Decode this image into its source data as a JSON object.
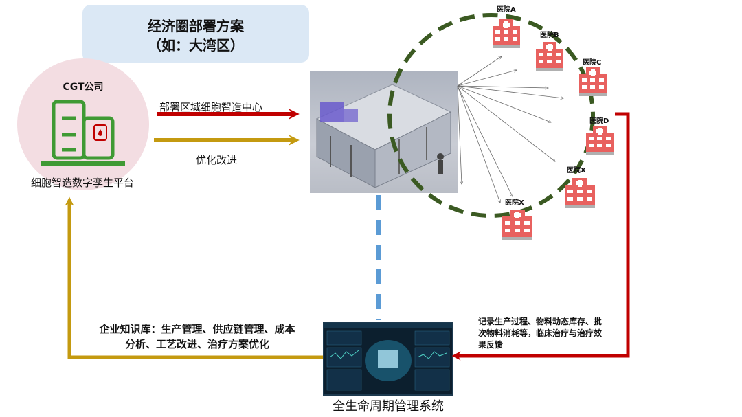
{
  "header": {
    "title_line1": "经济圈部署方案",
    "title_line2": "（如：大湾区）"
  },
  "company": {
    "name": "CGT公司",
    "platform": "细胞智造数字孪生平台"
  },
  "arrows": {
    "deploy": "部署区域细胞智造中心",
    "optimize": "优化改进"
  },
  "hospitals": [
    {
      "label": "医院A"
    },
    {
      "label": "医院B"
    },
    {
      "label": "医院C"
    },
    {
      "label": "医院D"
    },
    {
      "label": "医院X"
    },
    {
      "label": "医院X"
    }
  ],
  "knowledge_base": {
    "line1": "企业知识库：生产管理、供应链管理、成本",
    "line2": "分析、工艺改进、治疗方案优化"
  },
  "records": {
    "line1": "记录生产过程、物料动态库存、批",
    "line2": "次物料消耗等，临床治疗与治疗效",
    "line3": "果反馈"
  },
  "system": {
    "name": "全生命周期管理系统"
  },
  "colors": {
    "red_arrow": "#c00000",
    "gold_arrow": "#c49a10",
    "green_ring": "#3b5a22",
    "blue_dash": "#5b9bd5",
    "hospital_red": "#e8615f",
    "building_green": "#3f9a34"
  }
}
